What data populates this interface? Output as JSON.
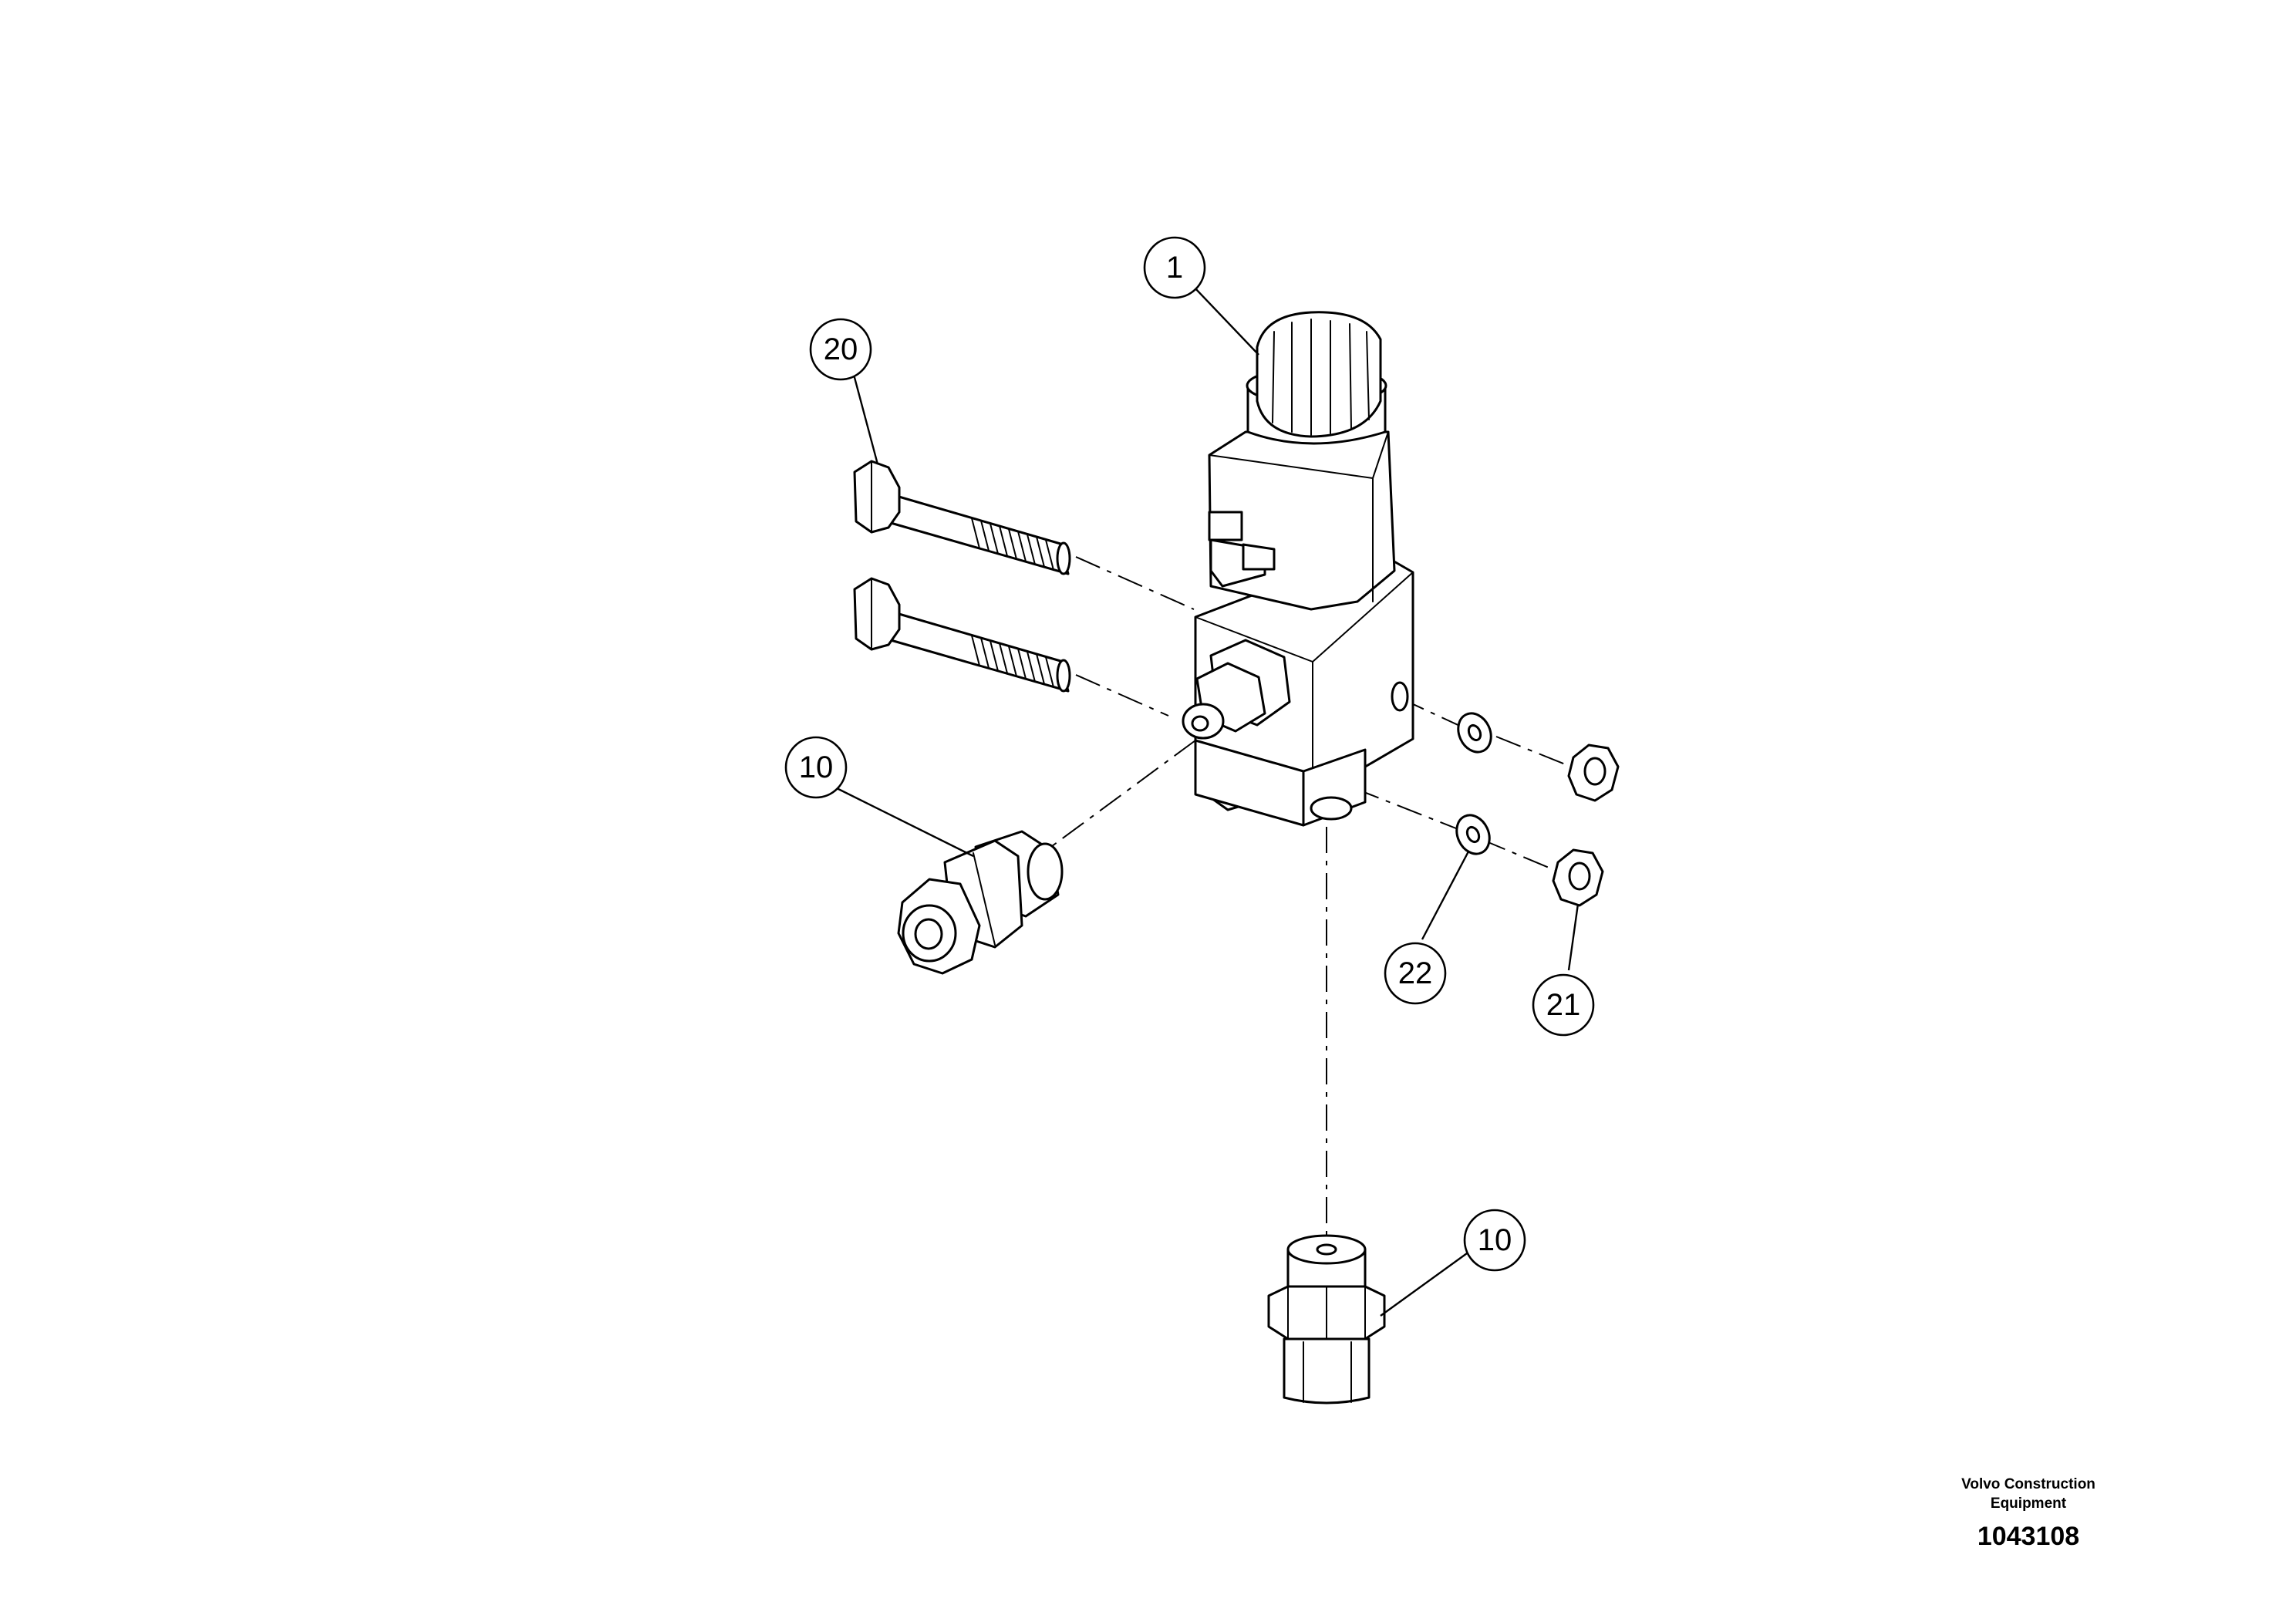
{
  "callouts": {
    "valve": "1",
    "bolt": "20",
    "fitting_left": "10",
    "fitting_bottom": "10",
    "washer": "22",
    "nut": "21"
  },
  "footer": {
    "company_line1": "Volvo Construction",
    "company_line2": "Equipment",
    "drawing_number": "1043108"
  }
}
